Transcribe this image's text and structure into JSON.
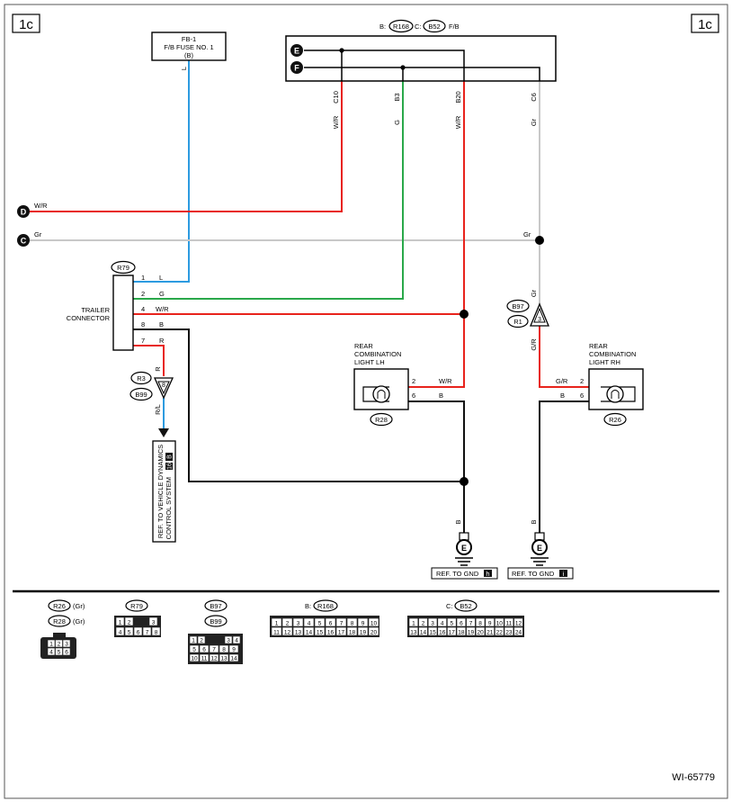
{
  "page_tag": "1c",
  "figure_id": "WI-65779",
  "colors": {
    "red": "#e8231c",
    "blue": "#2d9be0",
    "green": "#2aa84a",
    "gray": "#c8c8c8",
    "black": "#111111"
  },
  "fuse": {
    "line1": "FB-1",
    "line2": "F/B FUSE NO. 1",
    "line3": "(B)",
    "wire": "L"
  },
  "ecu": {
    "b_prefix": "B:",
    "b_conn": "R168",
    "c_prefix": "C:",
    "c_conn": "B52",
    "suffix": "F/B",
    "bus_e": "E",
    "bus_f": "F",
    "pins": [
      "C10",
      "B3",
      "B20",
      "C6"
    ],
    "wires": [
      "W/R",
      "G",
      "W/R",
      "Gr"
    ]
  },
  "sources": {
    "d": {
      "label": "D",
      "wire": "W/R"
    },
    "c": {
      "label": "C",
      "wire": "Gr",
      "right_wire": "Gr"
    }
  },
  "trailer": {
    "conn": "R79",
    "title1": "TRAILER",
    "title2": "CONNECTOR",
    "pins": [
      {
        "num": "1",
        "wire": "L"
      },
      {
        "num": "2",
        "wire": "G"
      },
      {
        "num": "4",
        "wire": "W/R"
      },
      {
        "num": "8",
        "wire": "B"
      },
      {
        "num": "7",
        "wire": "R"
      }
    ]
  },
  "joint_left": {
    "c1": "R3",
    "c2": "B99",
    "pin": "8",
    "wire_top": "R",
    "wire_bottom": "R/L"
  },
  "joint_right": {
    "c1": "B97",
    "c2": "R1",
    "pin": "3",
    "wire_top": "Gr",
    "wire_bottom": "G/R"
  },
  "ref_vdc": {
    "line1": "REF. TO VEHICLE DYNAMICS",
    "line2": "CONTROL SYSTEM",
    "tag1": "16",
    "tag2": "B"
  },
  "lamp_lh": {
    "title1": "REAR",
    "title2": "COMBINATION",
    "title3": "LIGHT LH",
    "conn": "R28",
    "pin_top": "2",
    "pin_bottom": "6",
    "wire_top": "W/R",
    "wire_bottom": "B"
  },
  "lamp_rh": {
    "title1": "REAR",
    "title2": "COMBINATION",
    "title3": "LIGHT RH",
    "conn": "R26",
    "pin_top": "2",
    "pin_bottom": "6",
    "wire_top": "G/R",
    "wire_bottom": "B"
  },
  "ground_lh": {
    "label": "E",
    "wire": "B",
    "ref": "REF. TO GND",
    "tag": "h"
  },
  "ground_rh": {
    "label": "E",
    "wire": "B",
    "ref": "REF. TO GND",
    "tag": "i"
  },
  "legend": {
    "r26": {
      "conn1": "R26",
      "conn2": "R28",
      "suffix": "(Gr)",
      "pins": [
        "1",
        "2",
        "3",
        "4",
        "5",
        "6"
      ]
    },
    "r79": {
      "conn": "R79",
      "pins": [
        "1",
        "2",
        "3",
        "4",
        "5",
        "6",
        "7",
        "8"
      ]
    },
    "b97": {
      "conn1": "B97",
      "conn2": "B99",
      "pins": [
        "1",
        "2",
        "3",
        "4",
        "5",
        "6",
        "7",
        "8",
        "9",
        "10",
        "11",
        "12",
        "13",
        "14"
      ]
    },
    "r168": {
      "prefix": "B:",
      "conn": "R168",
      "pins": [
        "1",
        "2",
        "3",
        "4",
        "5",
        "6",
        "7",
        "8",
        "9",
        "10",
        "11",
        "12",
        "13",
        "14",
        "15",
        "16",
        "17",
        "18",
        "19",
        "20"
      ]
    },
    "b52": {
      "prefix": "C:",
      "conn": "B52",
      "pins": [
        "1",
        "2",
        "3",
        "4",
        "5",
        "6",
        "7",
        "8",
        "9",
        "10",
        "11",
        "12",
        "13",
        "14",
        "15",
        "16",
        "17",
        "18",
        "19",
        "20",
        "21",
        "22",
        "23",
        "24"
      ]
    }
  }
}
